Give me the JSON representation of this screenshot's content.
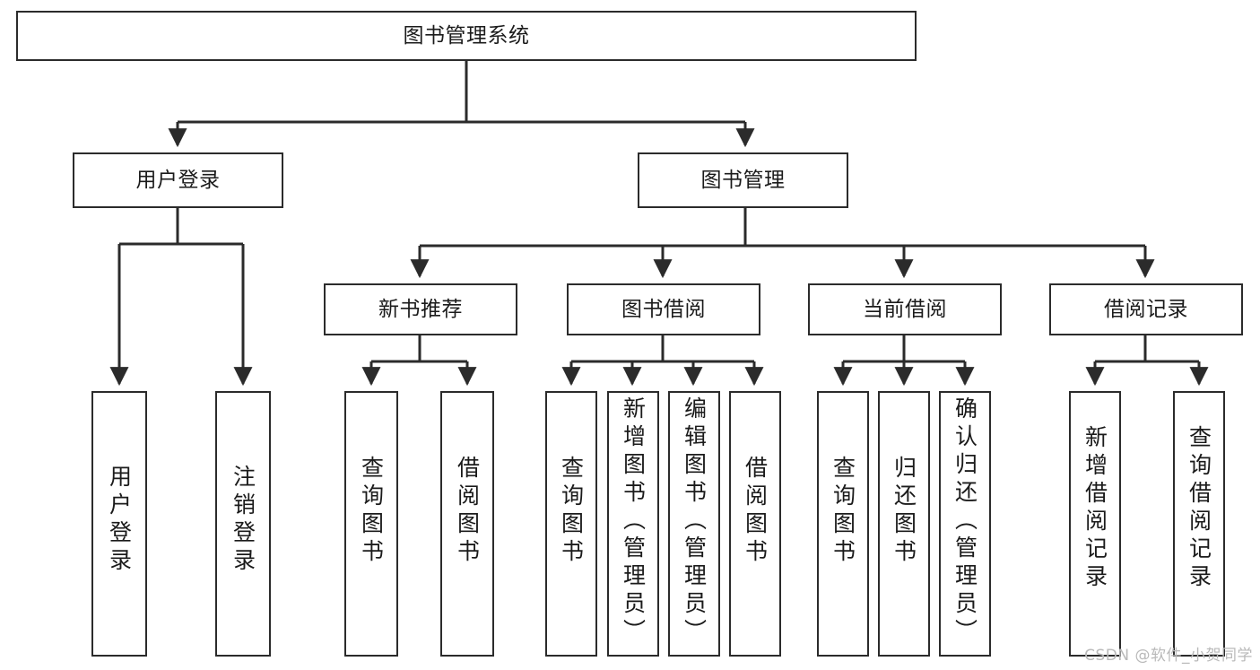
{
  "diagram": {
    "type": "hierarchy-tree",
    "title": "图书管理系统",
    "watermark": "CSDN @软件_小贺同学",
    "style": {
      "box_fill": "#ffffff",
      "box_stroke": "#2b2b2b",
      "edge_color": "#2b2b2b",
      "background": "#ffffff",
      "text_color": "#1b1b1b",
      "watermark_color": "#b9b9b9"
    },
    "nodes": {
      "root": {
        "label": "图书管理系统",
        "level": 1,
        "orientation": "horizontal"
      },
      "l2": [
        {
          "id": "user_login",
          "label": "用户登录",
          "level": 2,
          "orientation": "horizontal"
        },
        {
          "id": "book_mgmt",
          "label": "图书管理",
          "level": 2,
          "orientation": "horizontal"
        }
      ],
      "l3": [
        {
          "id": "new_book_rec",
          "label": "新书推荐",
          "level": 3,
          "orientation": "horizontal",
          "parent": "book_mgmt"
        },
        {
          "id": "book_borrow",
          "label": "图书借阅",
          "level": 3,
          "orientation": "horizontal",
          "parent": "book_mgmt"
        },
        {
          "id": "current_borrow",
          "label": "当前借阅",
          "level": 3,
          "orientation": "horizontal",
          "parent": "book_mgmt"
        },
        {
          "id": "borrow_record",
          "label": "借阅记录",
          "level": 3,
          "orientation": "horizontal",
          "parent": "book_mgmt"
        }
      ],
      "leaves": [
        {
          "id": "leaf_user_login",
          "label": "用户登录",
          "parent": "user_login",
          "orientation": "vertical"
        },
        {
          "id": "leaf_logout",
          "label": "注销登录",
          "parent": "user_login",
          "orientation": "vertical"
        },
        {
          "id": "leaf_query_book_1",
          "label": "查询图书",
          "parent": "new_book_rec",
          "orientation": "vertical"
        },
        {
          "id": "leaf_borrow_book_1",
          "label": "借阅图书",
          "parent": "new_book_rec",
          "orientation": "vertical"
        },
        {
          "id": "leaf_query_book_2",
          "label": "查询图书",
          "parent": "book_borrow",
          "orientation": "vertical"
        },
        {
          "id": "leaf_add_book",
          "label": "新增图书（管理员）",
          "parent": "book_borrow",
          "orientation": "vertical"
        },
        {
          "id": "leaf_edit_book",
          "label": "编辑图书（管理员）",
          "parent": "book_borrow",
          "orientation": "vertical"
        },
        {
          "id": "leaf_borrow_book_2",
          "label": "借阅图书",
          "parent": "book_borrow",
          "orientation": "vertical"
        },
        {
          "id": "leaf_query_book_3",
          "label": "查询图书",
          "parent": "current_borrow",
          "orientation": "vertical"
        },
        {
          "id": "leaf_return_book",
          "label": "归还图书",
          "parent": "current_borrow",
          "orientation": "vertical"
        },
        {
          "id": "leaf_confirm_return",
          "label": "确认归还（管理员）",
          "parent": "current_borrow",
          "orientation": "vertical"
        },
        {
          "id": "leaf_add_record",
          "label": "新增借阅记录",
          "parent": "borrow_record",
          "orientation": "vertical"
        },
        {
          "id": "leaf_query_record",
          "label": "查询借阅记录",
          "parent": "borrow_record",
          "orientation": "vertical"
        }
      ]
    }
  }
}
